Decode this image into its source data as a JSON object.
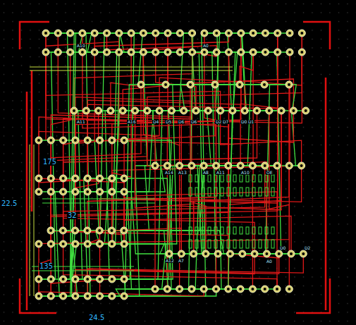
{
  "diagram": {
    "labels": [
      "A10",
      "A0",
      "A11",
      "A16",
      "D4",
      "D5",
      "D6",
      "D6",
      "D2",
      "D7",
      "D0",
      "D1",
      "A14",
      "A13",
      "A8",
      "A11",
      "A10",
      "OE",
      "A12",
      "A7",
      "A0",
      "D0",
      "D2",
      "175",
      "22.5",
      "32",
      "135",
      "24.5"
    ]
  }
}
